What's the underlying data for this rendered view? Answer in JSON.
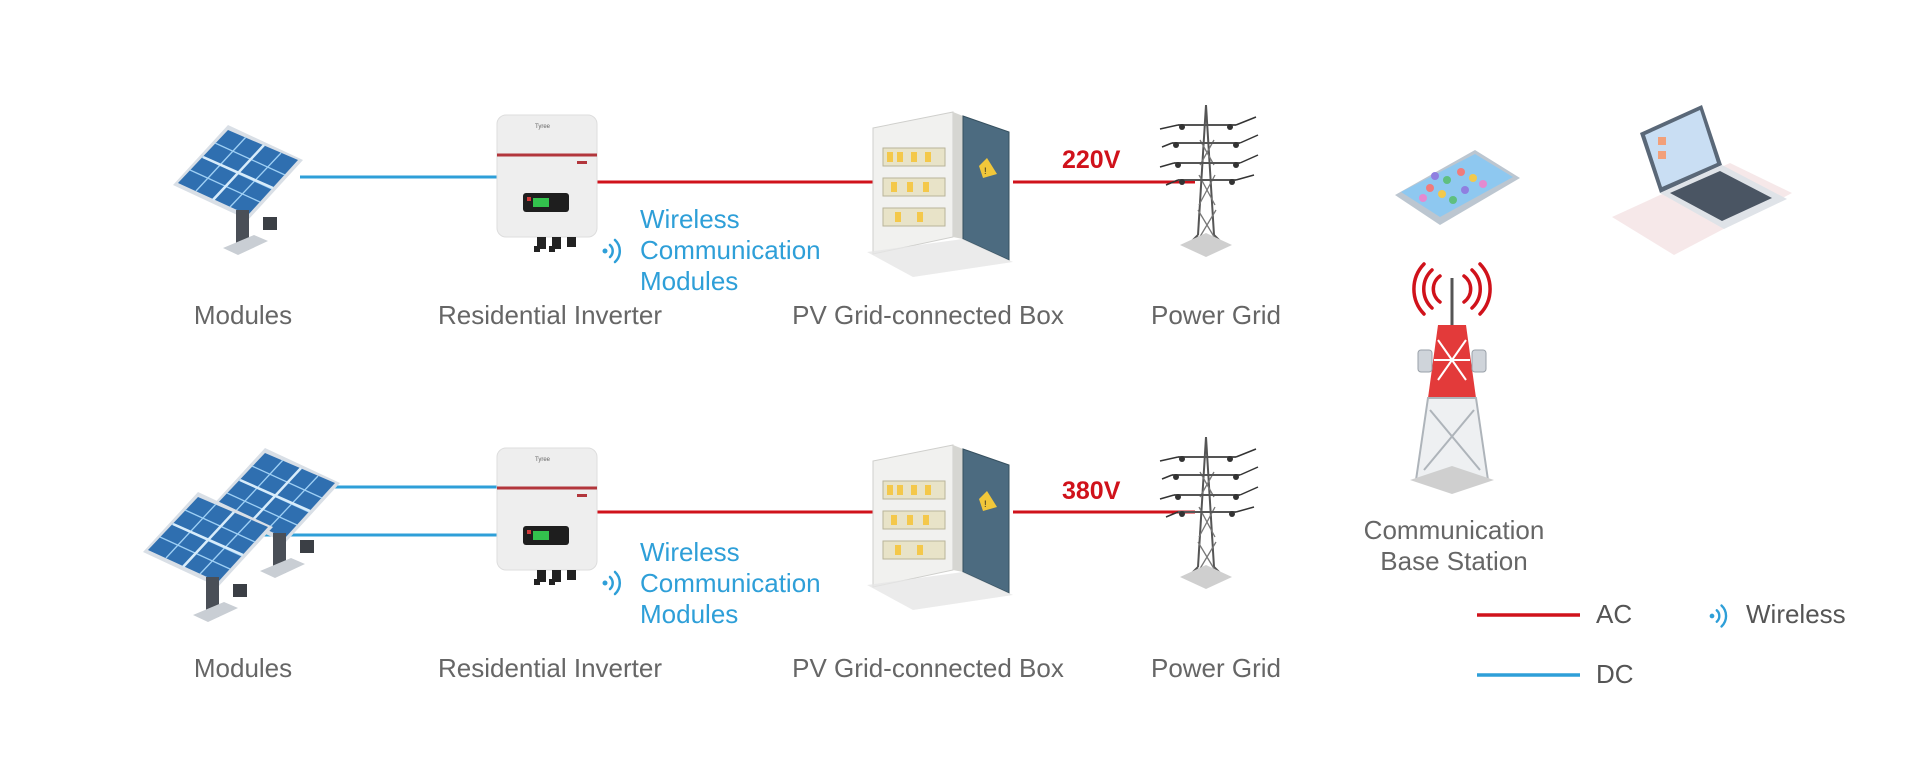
{
  "rows": [
    {
      "modules_label": "Modules",
      "inverter_label": "Residential Inverter",
      "wireless_lines": [
        "Wireless",
        "Communication",
        "Modules"
      ],
      "box_label": "PV Grid-connected Box",
      "grid_label": "Power Grid",
      "voltage": "220V"
    },
    {
      "modules_label": "Modules",
      "inverter_label": "Residential Inverter",
      "wireless_lines": [
        "Wireless",
        "Communication",
        "Modules"
      ],
      "box_label": "PV Grid-connected Box",
      "grid_label": "Power Grid",
      "voltage": "380V"
    }
  ],
  "base_station": {
    "label_lines": [
      "Communication",
      "Base Station"
    ]
  },
  "legend": {
    "ac": "AC",
    "dc": "DC",
    "wireless": "Wireless"
  },
  "colors": {
    "ac": "#d0121b",
    "dc": "#2e9fd8",
    "label": "#666666"
  },
  "icons": [
    "solar-panel-icon",
    "inverter-icon",
    "wifi-signal-icon",
    "grid-box-icon",
    "power-tower-icon",
    "smartphone-icon",
    "laptop-icon",
    "base-station-icon"
  ]
}
